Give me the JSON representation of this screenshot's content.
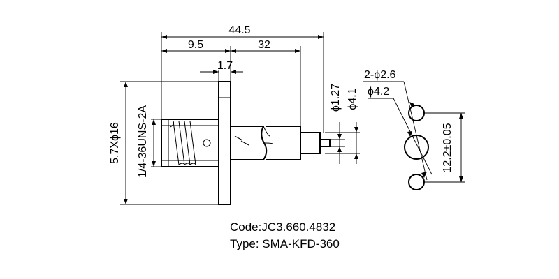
{
  "dimensions": {
    "overall_length": "44.5",
    "left_length": "9.5",
    "right_length": "32",
    "flange_thickness": "1.7",
    "pin_diameter": "ϕ1.27",
    "dielectric_diameter": "ϕ4.1",
    "flange_size": "5.7Xϕ16",
    "thread": "1/4-36UNS-2A",
    "small_holes": "2-ϕ2.6",
    "center_hole": "ϕ4.2",
    "hole_spacing": "12.2±0.05"
  },
  "caption": {
    "code": "Code:JC3.660.4832",
    "type": "Type: SMA-KFD-360"
  }
}
